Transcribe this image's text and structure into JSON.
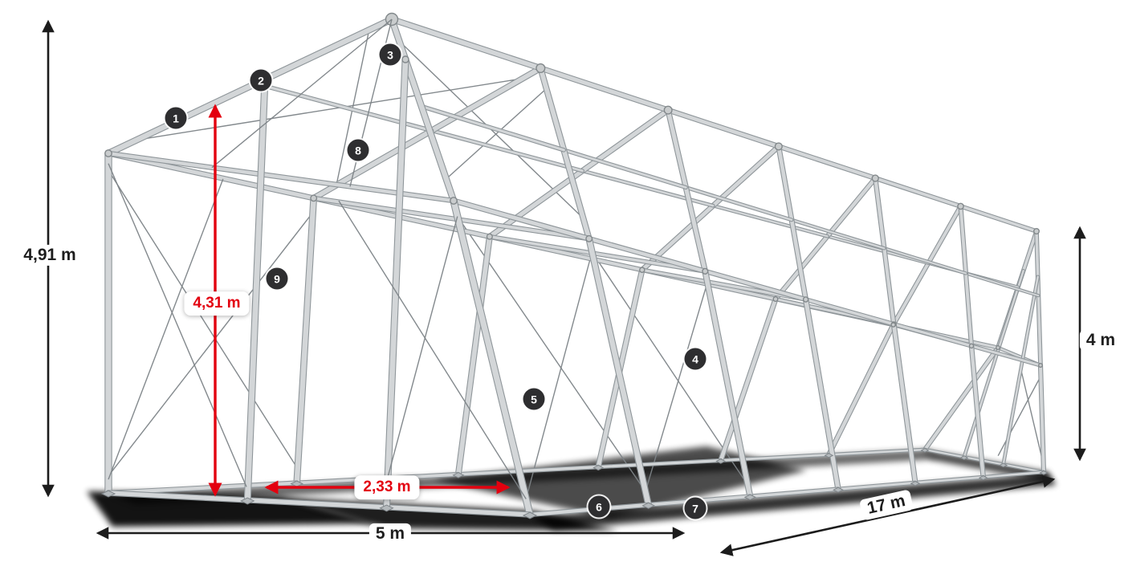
{
  "diagram": {
    "type": "tent-frame-construction-diagram",
    "dimensions": {
      "total_height": "4,91 m",
      "ridge_inner_height": "4,31 m",
      "side_height": "4 m",
      "width": "5 m",
      "length": "17 m",
      "inner_width": "2,33 m"
    },
    "colors": {
      "arrow_black": "#1c1c1c",
      "arrow_red": "#e3000f",
      "frame_light": "#d3d6d8",
      "frame_dark": "#8f969a",
      "badge_bg": "#2e2e30"
    },
    "badges": [
      {
        "label": "1"
      },
      {
        "label": "2"
      },
      {
        "label": "3"
      },
      {
        "label": "4"
      },
      {
        "label": "5"
      },
      {
        "label": "6"
      },
      {
        "label": "7"
      },
      {
        "label": "8"
      },
      {
        "label": "9"
      }
    ]
  }
}
